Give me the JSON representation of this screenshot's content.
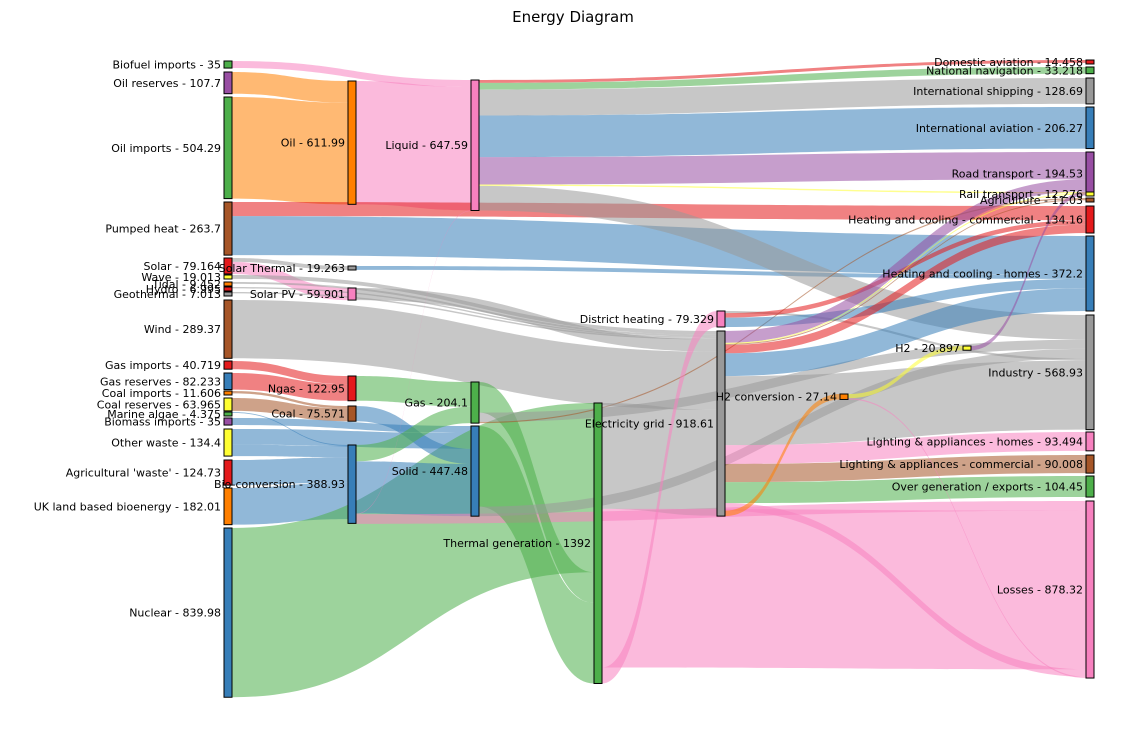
{
  "diagram": {
    "title": "Energy Diagram",
    "type": "sankey"
  },
  "nodes": [
    {
      "id": "biofuel_imports",
      "label": "Biofuel imports - 35",
      "color": "#4daf4a"
    },
    {
      "id": "oil_reserves",
      "label": "Oil reserves - 107.7",
      "color": "#984ea3"
    },
    {
      "id": "oil_imports",
      "label": "Oil imports - 504.29",
      "color": "#4daf4a"
    },
    {
      "id": "pumped_heat",
      "label": "Pumped heat - 263.7",
      "color": "#a65628"
    },
    {
      "id": "solar",
      "label": "Solar - 79.164",
      "color": "#e41a1c"
    },
    {
      "id": "wave",
      "label": "Wave - 19.013",
      "color": "#ffff33"
    },
    {
      "id": "tidal",
      "label": "Tidal - 9.452",
      "color": "#ff7f00"
    },
    {
      "id": "hydro",
      "label": "Hydro - 6.995",
      "color": "#e41a1c"
    },
    {
      "id": "geothermal",
      "label": "Geothermal - 7.013",
      "color": "#999999"
    },
    {
      "id": "wind",
      "label": "Wind - 289.37",
      "color": "#a65628"
    },
    {
      "id": "gas_imports",
      "label": "Gas imports - 40.719",
      "color": "#e41a1c"
    },
    {
      "id": "gas_reserves",
      "label": "Gas reserves - 82.233",
      "color": "#377eb8"
    },
    {
      "id": "coal_imports",
      "label": "Coal imports - 11.606",
      "color": "#ff7f00"
    },
    {
      "id": "coal_reserves",
      "label": "Coal reserves - 63.965",
      "color": "#ffff33"
    },
    {
      "id": "marine_algae",
      "label": "Marine algae - 4.375",
      "color": "#4daf4a"
    },
    {
      "id": "biomass_imports",
      "label": "Biomass imports - 35",
      "color": "#984ea3"
    },
    {
      "id": "other_waste",
      "label": "Other waste - 134.4",
      "color": "#ffff33"
    },
    {
      "id": "agri_waste",
      "label": "Agricultural 'waste' - 124.73",
      "color": "#e41a1c"
    },
    {
      "id": "uk_bioenergy",
      "label": "UK land based bioenergy - 182.01",
      "color": "#ff7f00"
    },
    {
      "id": "nuclear",
      "label": "Nuclear - 839.98",
      "color": "#377eb8"
    },
    {
      "id": "oil",
      "label": "Oil - 611.99",
      "color": "#ff7f00"
    },
    {
      "id": "solar_thermal",
      "label": "Solar Thermal - 19.263",
      "color": "#999999"
    },
    {
      "id": "solar_pv",
      "label": "Solar PV - 59.901",
      "color": "#f781bf"
    },
    {
      "id": "ngas",
      "label": "Ngas - 122.95",
      "color": "#e41a1c"
    },
    {
      "id": "coal",
      "label": "Coal - 75.571",
      "color": "#a65628"
    },
    {
      "id": "bio_conversion",
      "label": "Bio-conversion - 388.93",
      "color": "#377eb8"
    },
    {
      "id": "liquid",
      "label": "Liquid - 647.59",
      "color": "#f781bf"
    },
    {
      "id": "gas",
      "label": "Gas - 204.1",
      "color": "#4daf4a"
    },
    {
      "id": "solid",
      "label": "Solid - 447.48",
      "color": "#377eb8"
    },
    {
      "id": "thermal_generation",
      "label": "Thermal generation - 1392",
      "color": "#4daf4a"
    },
    {
      "id": "district_heating",
      "label": "District heating - 79.329",
      "color": "#f781bf"
    },
    {
      "id": "electricity_grid",
      "label": "Electricity grid - 918.61",
      "color": "#999999"
    },
    {
      "id": "h2_conversion",
      "label": "H2 conversion - 27.14",
      "color": "#ff7f00"
    },
    {
      "id": "h2",
      "label": "H2 - 20.897",
      "color": "#ffff33"
    },
    {
      "id": "domestic_aviation",
      "label": "Domestic aviation - 14.458",
      "color": "#e41a1c"
    },
    {
      "id": "national_navigation",
      "label": "National navigation - 33.218",
      "color": "#4daf4a"
    },
    {
      "id": "international_shipping",
      "label": "International shipping - 128.69",
      "color": "#999999"
    },
    {
      "id": "international_aviation",
      "label": "International aviation - 206.27",
      "color": "#377eb8"
    },
    {
      "id": "road_transport",
      "label": "Road transport - 194.53",
      "color": "#984ea3"
    },
    {
      "id": "rail_transport",
      "label": "Rail transport - 12.276",
      "color": "#ffff33"
    },
    {
      "id": "agriculture",
      "label": "Agriculture - 11.03",
      "color": "#a65628"
    },
    {
      "id": "hc_commercial",
      "label": "Heating and cooling - commercial - 134.16",
      "color": "#e41a1c"
    },
    {
      "id": "hc_homes",
      "label": "Heating and cooling - homes - 372.2",
      "color": "#377eb8"
    },
    {
      "id": "industry",
      "label": "Industry - 568.93",
      "color": "#999999"
    },
    {
      "id": "la_homes",
      "label": "Lighting & appliances - homes - 93.494",
      "color": "#f781bf"
    },
    {
      "id": "la_commercial",
      "label": "Lighting & appliances - commercial - 90.008",
      "color": "#a65628"
    },
    {
      "id": "over_generation",
      "label": "Over generation / exports - 104.45",
      "color": "#4daf4a"
    },
    {
      "id": "losses",
      "label": "Losses - 878.32",
      "color": "#f781bf"
    }
  ],
  "flows": [
    {
      "source": "biofuel_imports",
      "target": "liquid",
      "value": 35,
      "color": "#f781bf"
    },
    {
      "source": "oil_reserves",
      "target": "oil",
      "value": 107.7,
      "color": "#ff7f00"
    },
    {
      "source": "oil_imports",
      "target": "oil",
      "value": 504.29,
      "color": "#ff7f00"
    },
    {
      "source": "oil",
      "target": "liquid",
      "value": 611.99,
      "color": "#f781bf"
    },
    {
      "source": "pumped_heat",
      "target": "hc_commercial",
      "value": 70,
      "color": "#e41a1c"
    },
    {
      "source": "pumped_heat",
      "target": "hc_homes",
      "value": 193.7,
      "color": "#377eb8"
    },
    {
      "source": "solar",
      "target": "solar_thermal",
      "value": 19.263,
      "color": "#999999"
    },
    {
      "source": "solar",
      "target": "solar_pv",
      "value": 59.901,
      "color": "#f781bf"
    },
    {
      "source": "solar_thermal",
      "target": "hc_homes",
      "value": 19.263,
      "color": "#377eb8"
    },
    {
      "source": "wave",
      "target": "electricity_grid",
      "value": 19.013,
      "color": "#999999"
    },
    {
      "source": "tidal",
      "target": "electricity_grid",
      "value": 9.452,
      "color": "#999999"
    },
    {
      "source": "hydro",
      "target": "electricity_grid",
      "value": 6.995,
      "color": "#999999"
    },
    {
      "source": "geothermal",
      "target": "electricity_grid",
      "value": 7.013,
      "color": "#999999"
    },
    {
      "source": "solar_pv",
      "target": "electricity_grid",
      "value": 59.901,
      "color": "#999999"
    },
    {
      "source": "wind",
      "target": "electricity_grid",
      "value": 289.37,
      "color": "#999999"
    },
    {
      "source": "gas_imports",
      "target": "ngas",
      "value": 40.719,
      "color": "#e41a1c"
    },
    {
      "source": "gas_reserves",
      "target": "ngas",
      "value": 82.233,
      "color": "#e41a1c"
    },
    {
      "source": "coal_imports",
      "target": "coal",
      "value": 11.606,
      "color": "#a65628"
    },
    {
      "source": "coal_reserves",
      "target": "coal",
      "value": 63.965,
      "color": "#a65628"
    },
    {
      "source": "marine_algae",
      "target": "bio_conversion",
      "value": 4.375,
      "color": "#377eb8"
    },
    {
      "source": "biomass_imports",
      "target": "solid",
      "value": 35,
      "color": "#377eb8"
    },
    {
      "source": "other_waste",
      "target": "solid",
      "value": 77.81,
      "color": "#377eb8"
    },
    {
      "source": "other_waste",
      "target": "bio_conversion",
      "value": 56.59,
      "color": "#377eb8"
    },
    {
      "source": "agri_waste",
      "target": "bio_conversion",
      "value": 124.73,
      "color": "#377eb8"
    },
    {
      "source": "uk_bioenergy",
      "target": "bio_conversion",
      "value": 182.01,
      "color": "#377eb8"
    },
    {
      "source": "nuclear",
      "target": "thermal_generation",
      "value": 839.98,
      "color": "#4daf4a"
    },
    {
      "source": "ngas",
      "target": "gas",
      "value": 122.95,
      "color": "#4daf4a"
    },
    {
      "source": "coal",
      "target": "solid",
      "value": 75.571,
      "color": "#377eb8"
    },
    {
      "source": "bio_conversion",
      "target": "gas",
      "value": 81.14,
      "color": "#4daf4a"
    },
    {
      "source": "bio_conversion",
      "target": "solid",
      "value": 259.1,
      "color": "#377eb8"
    },
    {
      "source": "bio_conversion",
      "target": "liquid",
      "value": 0.6,
      "color": "#f781bf"
    },
    {
      "source": "bio_conversion",
      "target": "losses",
      "value": 48.09,
      "color": "#f781bf"
    },
    {
      "source": "liquid",
      "target": "domestic_aviation",
      "value": 14.458,
      "color": "#e41a1c"
    },
    {
      "source": "liquid",
      "target": "national_navigation",
      "value": 33.218,
      "color": "#4daf4a"
    },
    {
      "source": "liquid",
      "target": "international_shipping",
      "value": 128.69,
      "color": "#999999"
    },
    {
      "source": "liquid",
      "target": "international_aviation",
      "value": 206.27,
      "color": "#377eb8"
    },
    {
      "source": "liquid",
      "target": "road_transport",
      "value": 135.84,
      "color": "#984ea3"
    },
    {
      "source": "liquid",
      "target": "rail_transport",
      "value": 7.013,
      "color": "#ffff33"
    },
    {
      "source": "liquid",
      "target": "industry",
      "value": 122.09,
      "color": "#999999"
    },
    {
      "source": "gas",
      "target": "thermal_generation",
      "value": 151.89,
      "color": "#4daf4a"
    },
    {
      "source": "gas",
      "target": "industry",
      "value": 46.21,
      "color": "#999999"
    },
    {
      "source": "gas",
      "target": "agriculture",
      "value": 6.0,
      "color": "#a65628"
    },
    {
      "source": "solid",
      "target": "thermal_generation",
      "value": 400.13,
      "color": "#4daf4a"
    },
    {
      "source": "solid",
      "target": "industry",
      "value": 47.35,
      "color": "#999999"
    },
    {
      "source": "thermal_generation",
      "target": "electricity_grid",
      "value": 525.53,
      "color": "#999999"
    },
    {
      "source": "thermal_generation",
      "target": "losses",
      "value": 787.14,
      "color": "#f781bf"
    },
    {
      "source": "thermal_generation",
      "target": "district_heating",
      "value": 79.329,
      "color": "#f781bf"
    },
    {
      "source": "district_heating",
      "target": "industry",
      "value": 10.64,
      "color": "#999999"
    },
    {
      "source": "district_heating",
      "target": "hc_commercial",
      "value": 22.5,
      "color": "#e41a1c"
    },
    {
      "source": "district_heating",
      "target": "hc_homes",
      "value": 46.19,
      "color": "#377eb8"
    },
    {
      "source": "electricity_grid",
      "target": "road_transport",
      "value": 58.69,
      "color": "#984ea3"
    },
    {
      "source": "electricity_grid",
      "target": "rail_transport",
      "value": 5.263,
      "color": "#ffff33"
    },
    {
      "source": "electricity_grid",
      "target": "agriculture",
      "value": 5.03,
      "color": "#a65628"
    },
    {
      "source": "electricity_grid",
      "target": "hc_commercial",
      "value": 41.66,
      "color": "#e41a1c"
    },
    {
      "source": "electricity_grid",
      "target": "hc_homes",
      "value": 113.05,
      "color": "#377eb8"
    },
    {
      "source": "electricity_grid",
      "target": "industry",
      "value": 342.64,
      "color": "#999999"
    },
    {
      "source": "electricity_grid",
      "target": "la_homes",
      "value": 93.494,
      "color": "#f781bf"
    },
    {
      "source": "electricity_grid",
      "target": "la_commercial",
      "value": 90.008,
      "color": "#a65628"
    },
    {
      "source": "electricity_grid",
      "target": "over_generation",
      "value": 104.45,
      "color": "#4daf4a"
    },
    {
      "source": "electricity_grid",
      "target": "losses",
      "value": 37.09,
      "color": "#f781bf"
    },
    {
      "source": "electricity_grid",
      "target": "h2_conversion",
      "value": 27.14,
      "color": "#ff7f00"
    },
    {
      "source": "h2_conversion",
      "target": "h2",
      "value": 20.897,
      "color": "#ffff33"
    },
    {
      "source": "h2_conversion",
      "target": "losses",
      "value": 6.243,
      "color": "#f781bf"
    },
    {
      "source": "h2",
      "target": "road_transport",
      "value": 20.897,
      "color": "#984ea3"
    }
  ]
}
